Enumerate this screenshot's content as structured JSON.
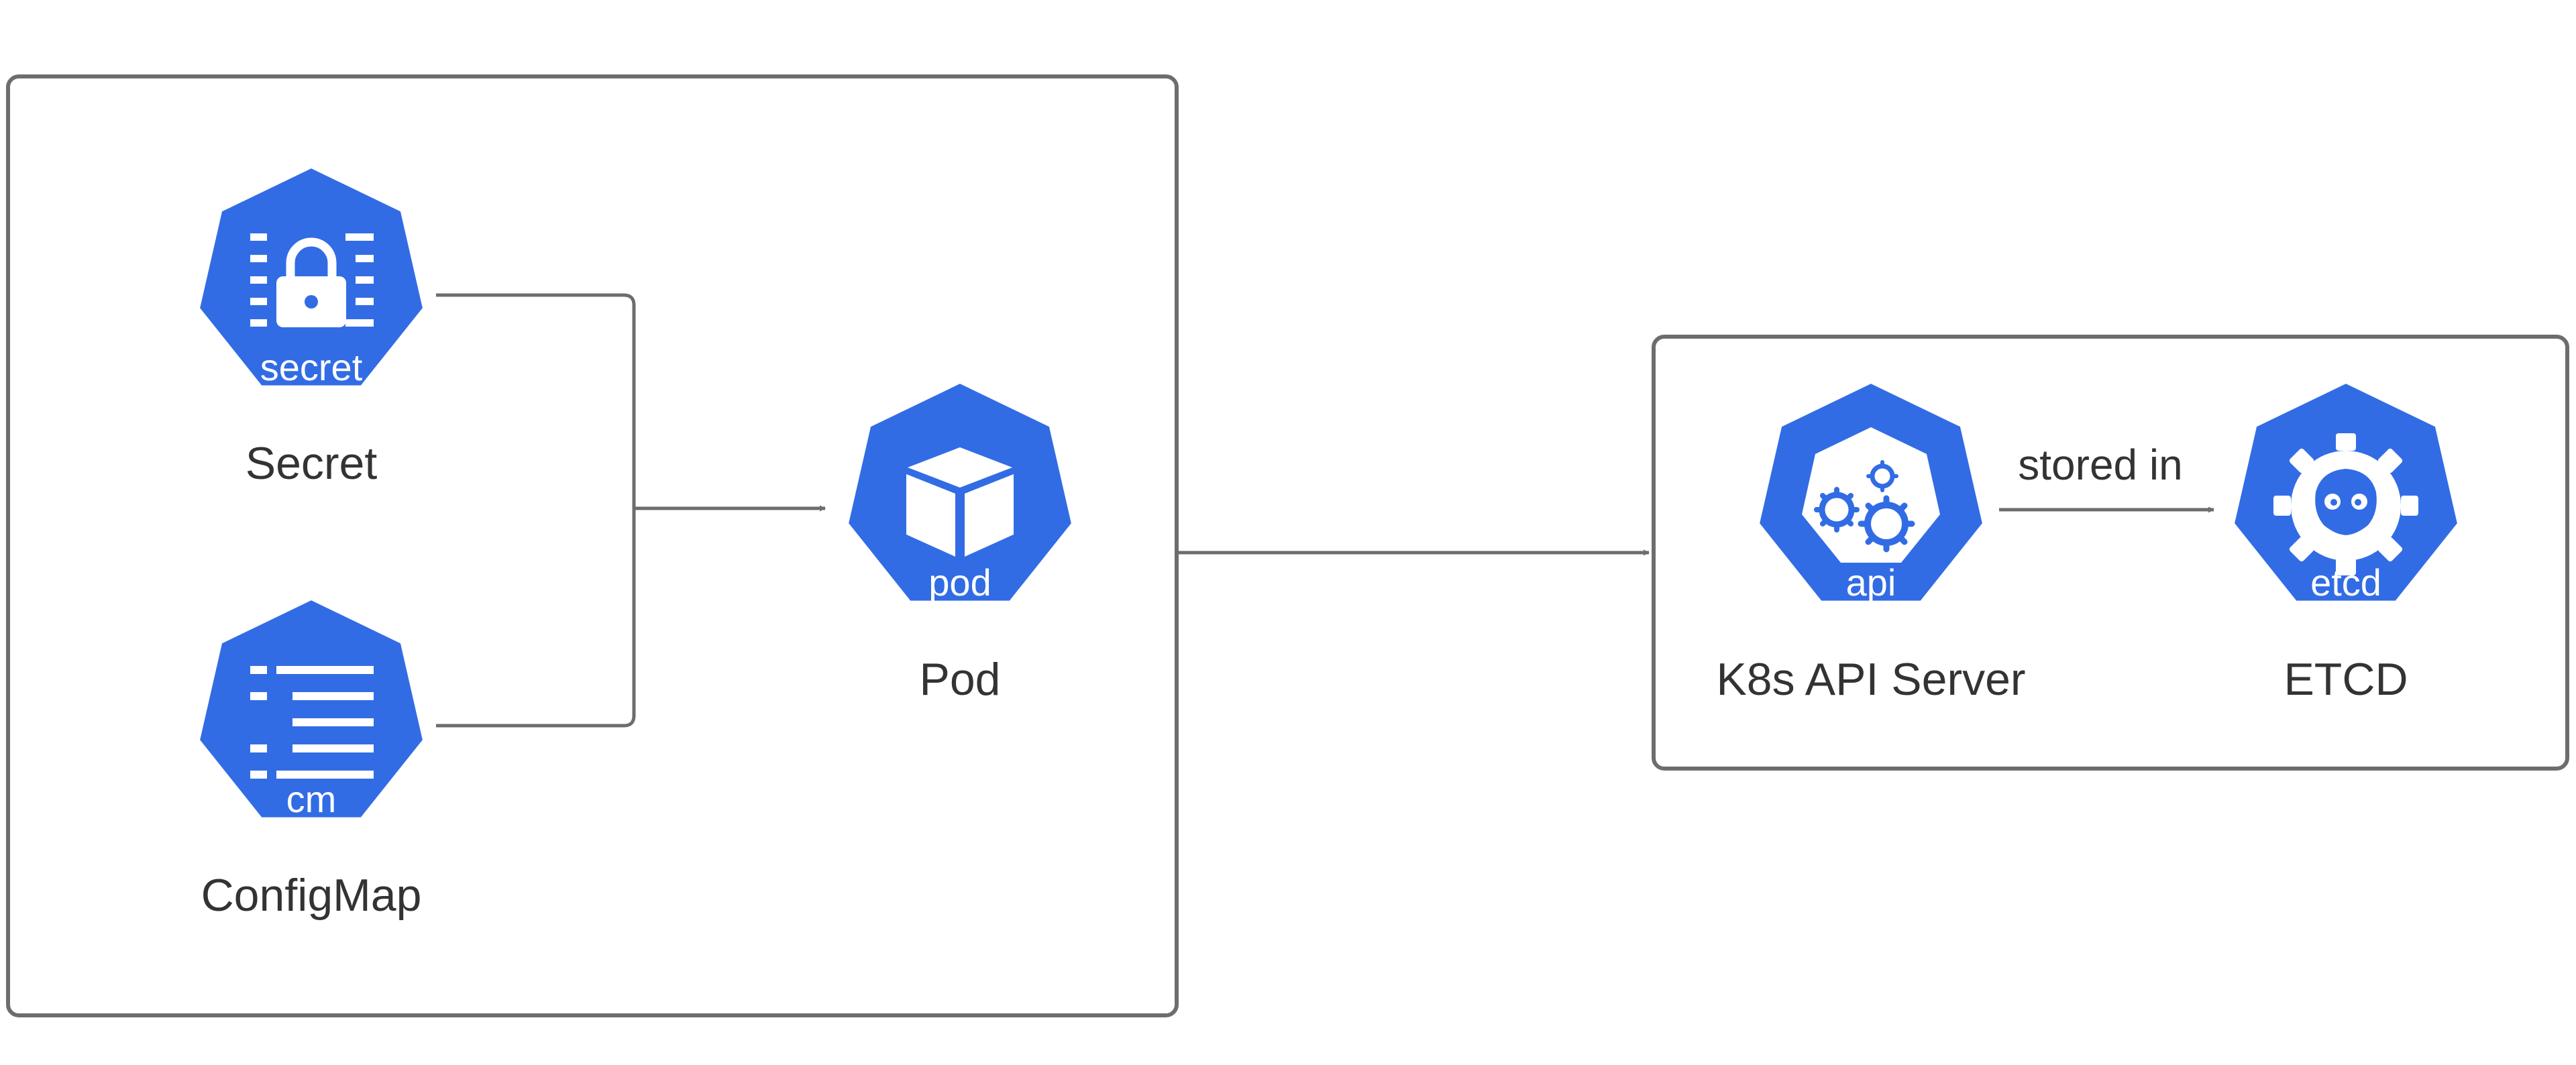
{
  "nodes": {
    "secret": {
      "badge": "secret",
      "label": "Secret"
    },
    "configmap": {
      "badge": "cm",
      "label": "ConfigMap"
    },
    "pod": {
      "badge": "pod",
      "label": "Pod"
    },
    "api": {
      "badge": "api",
      "label": "K8s API Server"
    },
    "etcd": {
      "badge": "etcd",
      "label": "ETCD"
    }
  },
  "edges": {
    "api_to_etcd": {
      "label": "stored in"
    }
  },
  "colors": {
    "kubernetes_blue": "#326ce5",
    "connector": "#6d6d6d",
    "text": "#333333"
  },
  "icons": {
    "secret": "secret-lock-icon",
    "configmap": "configmap-list-icon",
    "pod": "pod-cube-icon",
    "api": "api-gears-icon",
    "etcd": "etcd-gear-icon"
  }
}
